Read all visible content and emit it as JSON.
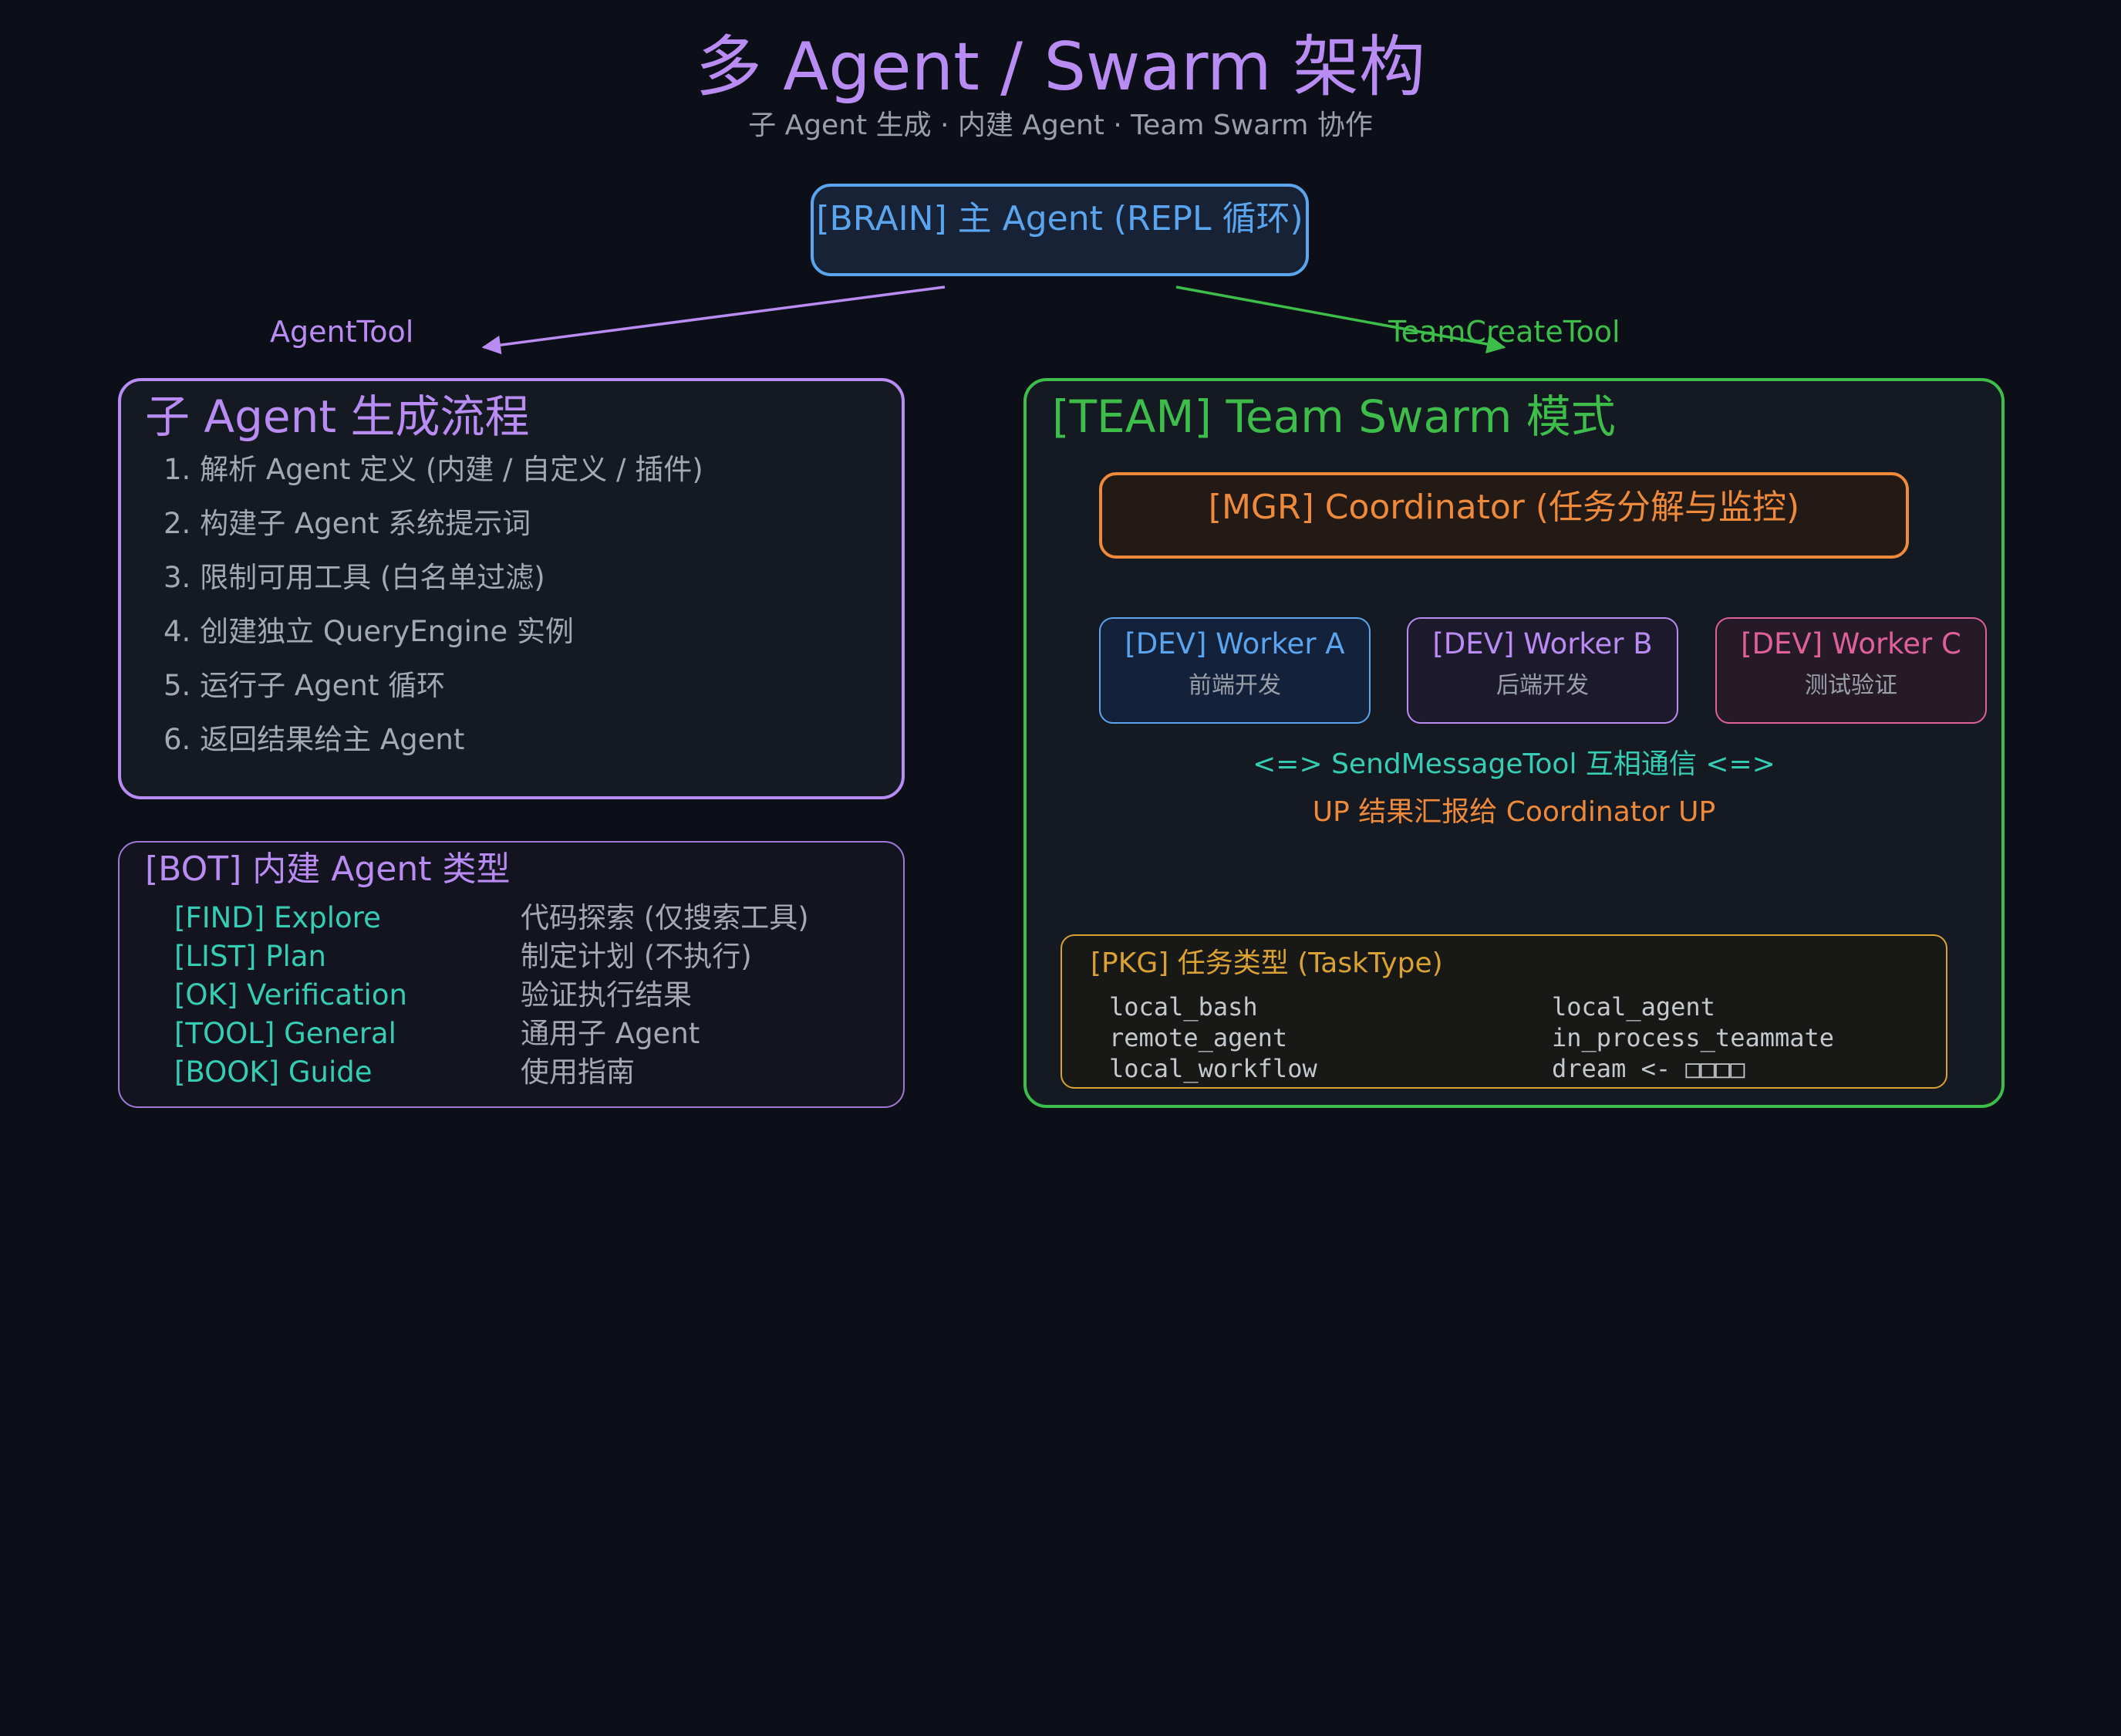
{
  "title": "多 Agent / Swarm 架构",
  "subtitle": "子 Agent 生成  ·  内建 Agent  ·  Team Swarm 协作",
  "main_agent": {
    "label": "[BRAIN] 主 Agent (REPL 循环)"
  },
  "edges": {
    "agent_tool": "AgentTool",
    "team_create_tool": "TeamCreateTool"
  },
  "sub_agent_flow": {
    "title": "子 Agent 生成流程",
    "steps": [
      "1. 解析 Agent 定义 (内建 / 自定义 / 插件)",
      "2. 构建子 Agent 系统提示词",
      "3. 限制可用工具 (白名单过滤)",
      "4. 创建独立 QueryEngine 实例",
      "5. 运行子 Agent 循环",
      "6. 返回结果给主 Agent"
    ]
  },
  "builtin_agents": {
    "title": "[BOT] 内建 Agent 类型",
    "items": [
      {
        "name": "[FIND] Explore",
        "desc": "代码探索 (仅搜索工具)"
      },
      {
        "name": "[LIST] Plan",
        "desc": "制定计划 (不执行)"
      },
      {
        "name": "[OK] Verification",
        "desc": "验证执行结果"
      },
      {
        "name": "[TOOL] General",
        "desc": "通用子 Agent"
      },
      {
        "name": "[BOOK] Guide",
        "desc": "使用指南"
      }
    ]
  },
  "team_swarm": {
    "title": "[TEAM] Team Swarm 模式",
    "coordinator": "[MGR] Coordinator (任务分解与监控)",
    "workers": [
      {
        "name": "[DEV] Worker A",
        "role": "前端开发"
      },
      {
        "name": "[DEV] Worker B",
        "role": "后端开发"
      },
      {
        "name": "[DEV] Worker C",
        "role": "测试验证"
      }
    ],
    "send_message": "<=> SendMessageTool 互相通信 <=>",
    "report": "UP 结果汇报给 Coordinator UP",
    "task_types": {
      "title": "[PKG] 任务类型 (TaskType)",
      "col1": [
        "local_bash",
        "remote_agent",
        "local_workflow"
      ],
      "col2": [
        "local_agent",
        "in_process_teammate",
        "dream <- □□□□"
      ]
    }
  },
  "colors": {
    "background": "#0c0f17",
    "purple": "#b98cf3",
    "blue": "#5aa5ee",
    "green": "#3dbd4a",
    "orange": "#ee8a3a",
    "teal": "#35cdb3",
    "pink": "#e0609a",
    "gold": "#d9a233",
    "gray": "#9aa0aa"
  }
}
